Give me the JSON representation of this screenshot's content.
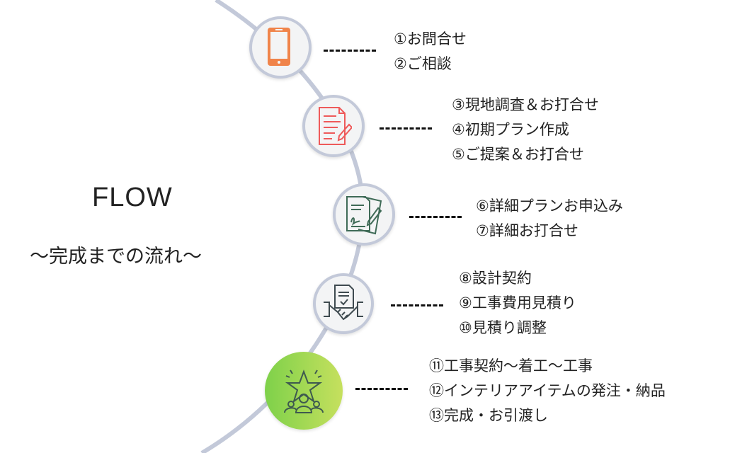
{
  "title": "FLOW",
  "subtitle": "〜完成までの流れ〜",
  "steps": [
    {
      "icon": "smartphone-icon",
      "items": [
        "①お問合せ",
        "②ご相談"
      ]
    },
    {
      "icon": "document-edit-icon",
      "items": [
        "③現地調査＆お打合せ",
        "④初期プラン作成",
        "⑤ご提案＆お打合せ"
      ]
    },
    {
      "icon": "contract-sign-icon",
      "items": [
        "⑥詳細プランお申込み",
        "⑦詳細お打合せ"
      ]
    },
    {
      "icon": "handshake-contract-icon",
      "items": [
        "⑧設計契約",
        "⑨工事費用見積り",
        "⑩見積り調整"
      ]
    },
    {
      "icon": "star-people-icon",
      "items": [
        "⑪工事契約〜着工〜工事",
        "⑫インテリアアイテムの発注・納品",
        "⑬完成・お引渡し"
      ]
    }
  ],
  "colors": {
    "arc": "#c3c9d9",
    "orange": "#f0844a",
    "red": "#ee5a5a",
    "green_dark": "#3f6b57",
    "slate": "#3e4a4f",
    "green_start": "#7ed14a",
    "green_end": "#c6e05e"
  }
}
